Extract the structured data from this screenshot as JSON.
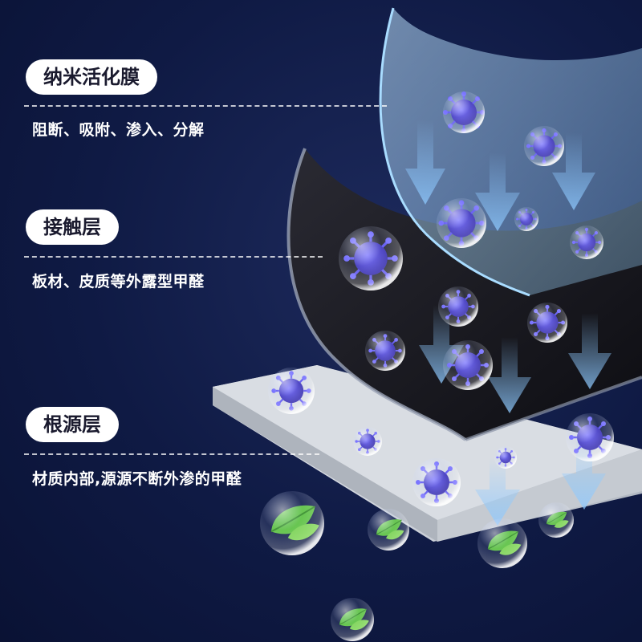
{
  "layers": [
    {
      "title": "纳米活化膜",
      "description": "阻断、吸附、渗入、分解"
    },
    {
      "title": "接触层",
      "description": "板材、皮质等外露型甲醛"
    },
    {
      "title": "根源层",
      "description": "材质内部,源源不断外渗的甲醛"
    }
  ],
  "colors": {
    "background": "#0f1a44",
    "virus": "#4a3fd6",
    "leaf": "#5bc33a",
    "film": "#9fd3f5",
    "leather": "#15151c",
    "board": "#d9dde3"
  }
}
